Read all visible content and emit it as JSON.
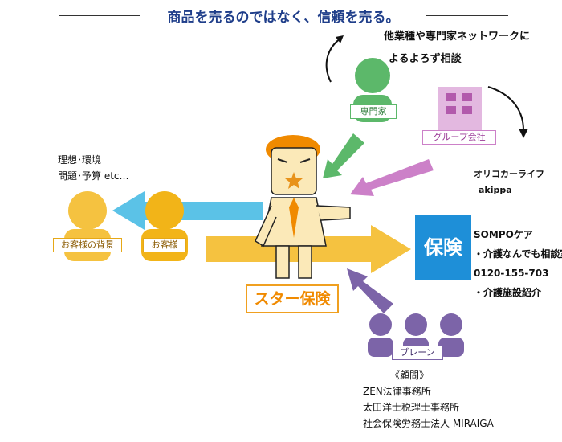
{
  "header": {
    "title": "商品を売るのではなく、信頼を売る。"
  },
  "experts_note": {
    "line1": "他業種や専門家ネットワークに",
    "line2": "よるよろず相談"
  },
  "labels": {
    "expert": "専門家",
    "group_company": "グループ会社",
    "customer": "お客様",
    "customer_background": "お客様の背景",
    "star_hoken": "スター保険",
    "brain": "ブレーン",
    "hoken": "保険"
  },
  "background_note": {
    "line1": "理想･環境",
    "line2": "問題･予算  etc…"
  },
  "group_companies": [
    "オリコカーライフ",
    "akippa"
  ],
  "insurance_items": [
    "SOMPOケア",
    "・介護なんでも相談室",
    "0120-155-703",
    "・介護施設紹介"
  ],
  "advisors": {
    "heading": "《顧問》",
    "items": [
      "ZEN法律事務所",
      "太田洋士税理士事務所",
      "社会保険労務士法人 MIRAIGA"
    ]
  },
  "colors": {
    "title": "#1f3e8a",
    "expert_green": "#5cb86a",
    "group_pink": "#cc80c8",
    "customer_yellow": "#f2b418",
    "customer_arrow_blue": "#5bc2e7",
    "main_arrow_yellow": "#f5c240",
    "brain_purple": "#7c64a8",
    "hoken_blue": "#1e8fd8",
    "star_orange": "#f08a00"
  }
}
